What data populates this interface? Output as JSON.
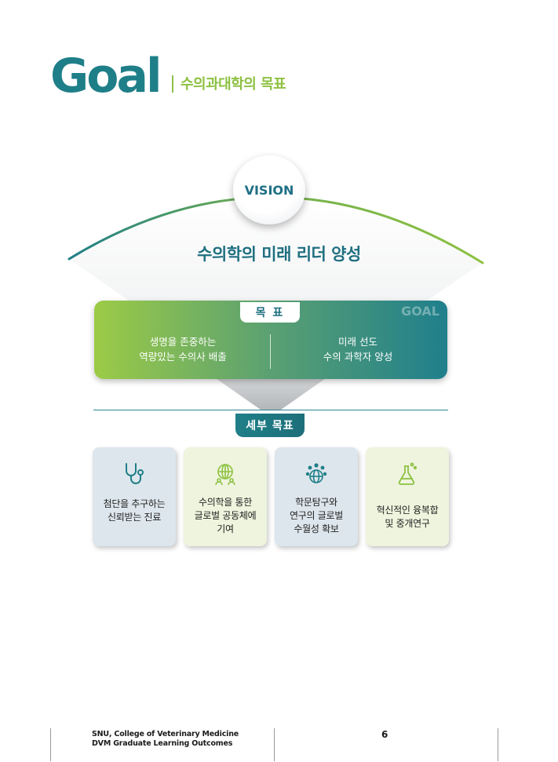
{
  "header": {
    "title": "Goal",
    "subtitle": "수의과대학의 목표"
  },
  "vision": {
    "label": "VISION",
    "statement": "수의학의 미래 리더 양성"
  },
  "goal": {
    "badge": "목 표",
    "watermark": "GOAL",
    "left": [
      "생명을 존중하는",
      "역량있는 수의사 배출"
    ],
    "right": [
      "미래 선도",
      "수의 과학자 양성"
    ]
  },
  "details": {
    "badge": "세부 목표",
    "cards": [
      {
        "icon": "stethoscope-icon",
        "lines": [
          "첨단을 추구하는",
          "신뢰받는 진료"
        ]
      },
      {
        "icon": "globe-network-icon",
        "lines": [
          "수의학을 통한",
          "글로벌 공동체에",
          "기여"
        ]
      },
      {
        "icon": "people-globe-icon",
        "lines": [
          "학문탐구와",
          "연구의 글로벌",
          "수월성 확보"
        ]
      },
      {
        "icon": "flask-icon",
        "lines": [
          "혁신적인 융복합",
          "및 중개연구"
        ]
      }
    ]
  },
  "footer": {
    "line1": "SNU, College of Veterinary Medicine",
    "line2": "DVM Graduate Learning Outcomes",
    "page": "6"
  },
  "colors": {
    "teal": "#1f7f88",
    "green": "#8dc142",
    "card_blue": "#dde6ec",
    "card_green": "#eef4dd"
  }
}
